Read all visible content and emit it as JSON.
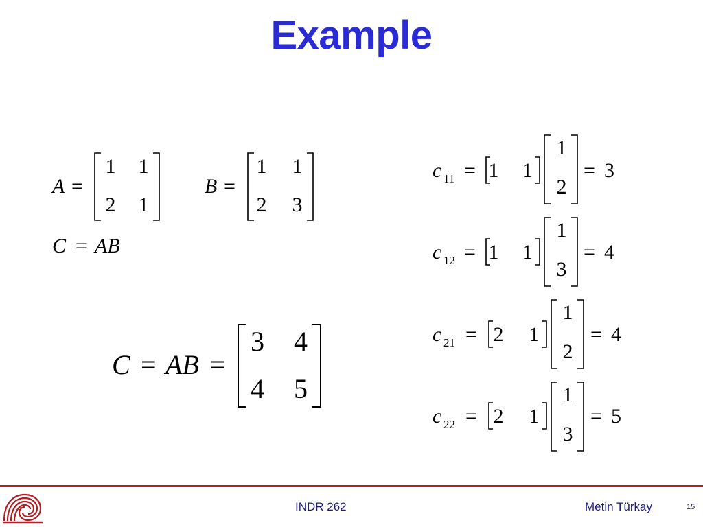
{
  "slide": {
    "title": "Example",
    "footer_course": "INDR 262",
    "footer_author": "Metin Türkay",
    "page_number": "15"
  },
  "definitions": {
    "a_label": "A",
    "a_matrix": [
      [
        "1",
        "1"
      ],
      [
        "2",
        "1"
      ]
    ],
    "b_label": "B",
    "b_matrix": [
      [
        "1",
        "1"
      ],
      [
        "2",
        "3"
      ]
    ],
    "c_lhs": "C",
    "c_rhs": "AB",
    "equals": "="
  },
  "result": {
    "lhs_c": "C",
    "lhs_ab": "AB",
    "matrix": [
      [
        "3",
        "4"
      ],
      [
        "4",
        "5"
      ]
    ]
  },
  "elements": [
    {
      "var": "c",
      "sub": "11",
      "row": [
        "1",
        "1"
      ],
      "col": [
        "1",
        "2"
      ],
      "value": "3"
    },
    {
      "var": "c",
      "sub": "12",
      "row": [
        "1",
        "1"
      ],
      "col": [
        "1",
        "3"
      ],
      "value": "4"
    },
    {
      "var": "c",
      "sub": "21",
      "row": [
        "2",
        "1"
      ],
      "col": [
        "1",
        "2"
      ],
      "value": "4"
    },
    {
      "var": "c",
      "sub": "22",
      "row": [
        "2",
        "1"
      ],
      "col": [
        "1",
        "3"
      ],
      "value": "5"
    }
  ],
  "colors": {
    "title": "#2b2bd6",
    "footer_text": "#1a1a8a",
    "rule": "#b21f24",
    "logo": "#b21f24"
  },
  "icons": {
    "logo": "university-logo-icon"
  }
}
